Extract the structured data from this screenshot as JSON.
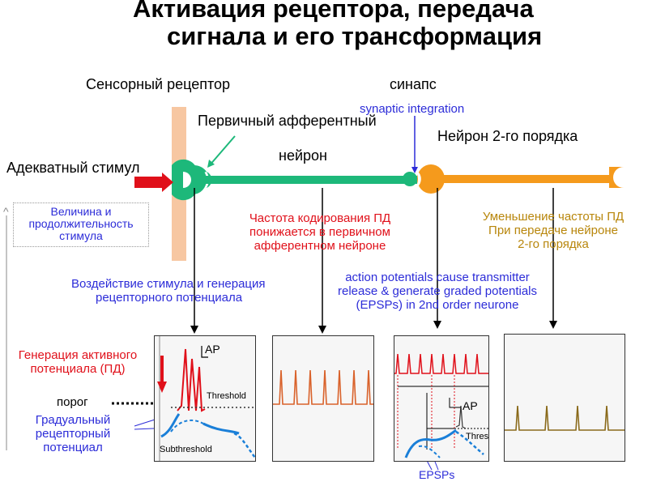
{
  "title": {
    "line1": "Активация  рецептора, передача",
    "line2": "сигнала и его трансформация"
  },
  "labels": {
    "sensory_receptor": "Сенсорный рецептор",
    "synapse": "синапс",
    "synaptic_integration": "synaptic integration",
    "primary_afferent_line1": "Первичный афферентный",
    "primary_afferent_line2": "нейрон",
    "second_order_neuron": "Нейрон 2-го порядка",
    "adequate_stimulus": "Адекватный стимул",
    "stimulus_box_line1": "Величина и",
    "stimulus_box_line2": "продолжительность",
    "stimulus_box_line3": "стимула",
    "coding_line1": "Частота кодирования ПД",
    "coding_line2": "понижается в первичном",
    "coding_line3": "афферентном нейроне",
    "decrease_line1": "Уменьшение частоты ПД",
    "decrease_line2": "При передаче нейроне",
    "decrease_line3": "2-го порядка",
    "stimulus_effect_line1": "Воздействие стимула и генерация",
    "stimulus_effect_line2": "рецепторного потенциала",
    "ap_cause_line1": "action potentials cause transmitter",
    "ap_cause_line2": "release & generate graded potentials",
    "ap_cause_line3": "(EPSPs) in 2nd order neurone",
    "ap_generation_line1": "Генерация активного",
    "ap_generation_line2": "потенциала (ПД)",
    "threshold_ru": "порог",
    "graded_line1": "Градуальный",
    "graded_line2": "рецепторный",
    "graded_line3": "потенциал",
    "epsps": "EPSPs",
    "caret": "^"
  },
  "panels": {
    "p1_ap": "AP",
    "p1_threshold": "Threshold",
    "p1_subthreshold": "Subthreshold",
    "p3_ap": "AP",
    "p3_threshold": "Thres"
  },
  "colors": {
    "receptor_bar": "#f7c7a2",
    "afferent": "#1db87a",
    "second_order": "#f59a1c",
    "arrow_red": "#e0101a",
    "label_blue": "#2c2cd8",
    "label_red": "#e0101a",
    "label_tan": "#b8860b",
    "trace_orange": "#d9622b"
  }
}
